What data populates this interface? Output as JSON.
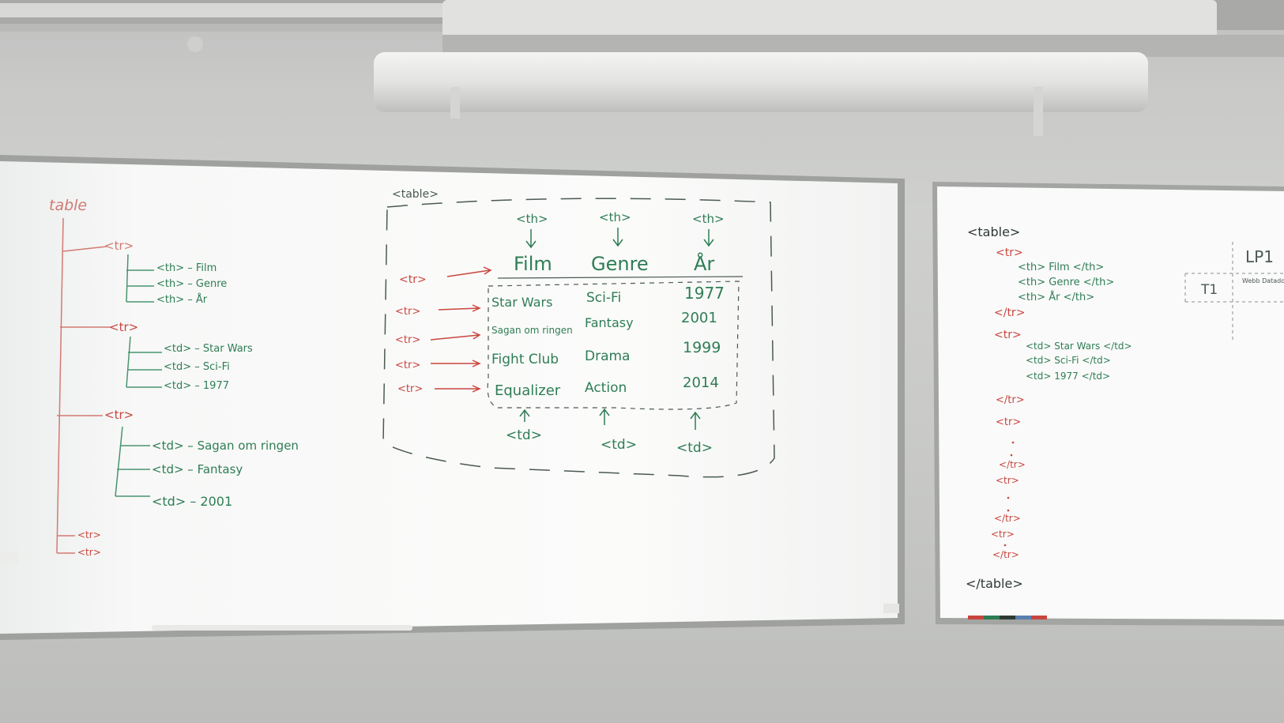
{
  "left_board": {
    "tree": {
      "root": "table",
      "rows": [
        {
          "tr": "<tr>",
          "cells": [
            "<th> – Film",
            "<th> – Genre",
            "<th> – År"
          ]
        },
        {
          "tr": "<tr>",
          "cells": [
            "<td> – Star Wars",
            "<td> – Sci-Fi",
            "<td> – 1977"
          ]
        },
        {
          "tr": "<tr>",
          "cells": [
            "<td> – Sagan om ringen",
            "<td> – Fantasy",
            "<td> – 2001"
          ]
        }
      ],
      "tail_rows": [
        "<tr>",
        "<tr>"
      ]
    },
    "diagram": {
      "table_tag": "<table>",
      "th_labels": [
        "<th>",
        "<th>",
        "<th>"
      ],
      "headers": [
        "Film",
        "Genre",
        "År"
      ],
      "row_tags": [
        "<tr>",
        "<tr>",
        "<tr>",
        "<tr>",
        "<tr>"
      ],
      "rows": [
        [
          "Star Wars",
          "Sci-Fi",
          "1977"
        ],
        [
          "Sagan om ringen",
          "Fantasy",
          "2001"
        ],
        [
          "Fight Club",
          "Drama",
          "1999"
        ],
        [
          "Equalizer",
          "Action",
          "2014"
        ]
      ],
      "td_labels": [
        "<td>",
        "<td>",
        "<td>"
      ]
    }
  },
  "right_board": {
    "code": [
      {
        "text": "<table>",
        "color": "#2f3a35"
      },
      {
        "text": "<tr>",
        "color": "#c9463f"
      },
      {
        "text": "<th> Film </th>",
        "color": "#2f7d55"
      },
      {
        "text": "<th> Genre </th>",
        "color": "#2f7d55"
      },
      {
        "text": "<th> År </th>",
        "color": "#2f7d55"
      },
      {
        "text": "</tr>",
        "color": "#c9463f"
      },
      {
        "text": "<tr>",
        "color": "#c9463f"
      },
      {
        "text": "<td> Star Wars </td>",
        "color": "#2f7d55"
      },
      {
        "text": "<td> Sci-Fi </td>",
        "color": "#2f7d55"
      },
      {
        "text": "<td> 1977 </td>",
        "color": "#2f7d55"
      },
      {
        "text": "</tr>",
        "color": "#c9463f"
      },
      {
        "text": "<tr>",
        "color": "#c9463f"
      },
      {
        "text": "</tr>",
        "color": "#c9463f"
      },
      {
        "text": "<tr>",
        "color": "#c9463f"
      },
      {
        "text": "</tr>",
        "color": "#c9463f"
      },
      {
        "text": "<tr>",
        "color": "#c9463f"
      },
      {
        "text": "</tr>",
        "color": "#c9463f"
      },
      {
        "text": "</table>",
        "color": "#2f3a35"
      }
    ],
    "corner_labels": [
      "LP1",
      "T1",
      "Webb Datadoku"
    ]
  },
  "colors": {
    "red_marker": "#c9463f",
    "green_marker": "#2f7d55",
    "black_marker": "#2f3a35"
  }
}
